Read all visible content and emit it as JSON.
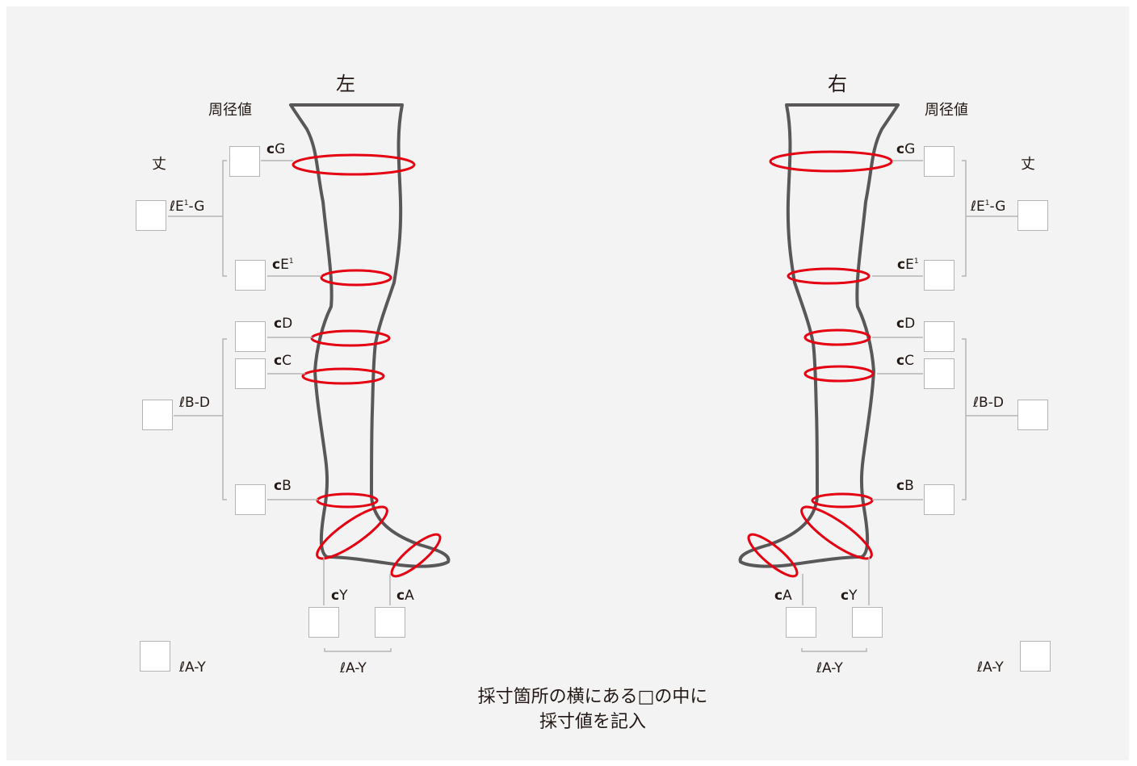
{
  "sides": {
    "left": {
      "title": "左",
      "girth_header": "周径値",
      "length_header": "丈"
    },
    "right": {
      "title": "右",
      "girth_header": "周径値",
      "length_header": "丈"
    }
  },
  "labels": {
    "c_prefix": "c",
    "l_prefix": "ℓ",
    "cG": "G",
    "cE1": "E",
    "cE1_sup": "1",
    "cD": "D",
    "cC": "C",
    "cB": "B",
    "cY": "Y",
    "cA": "A",
    "lE1G_pre": "E",
    "lE1G_sup": "1",
    "lE1G_post": "-G",
    "lBD": "B-D",
    "lAY": "A-Y"
  },
  "instruction": {
    "line1": "採寸箇所の横にある□の中に",
    "line2": "採寸値を記入"
  },
  "colors": {
    "background": "#f2f3f2",
    "outline": "#595757",
    "ring": "#e50012",
    "connector": "#b4b4b4",
    "box_border": "#b4b4b4"
  }
}
